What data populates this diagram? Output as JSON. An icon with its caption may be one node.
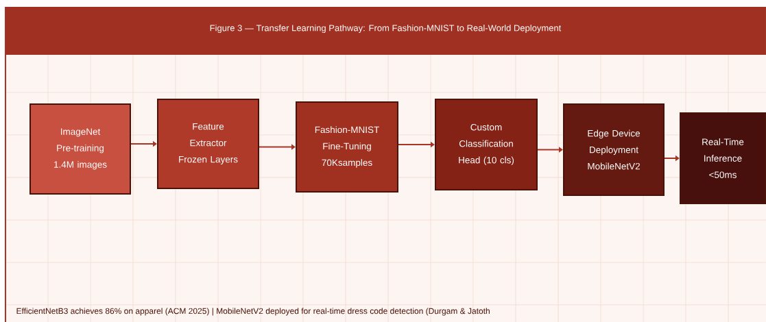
{
  "diagram": {
    "title": "Figure 3 — Transfer Learning Pathway: From Fashion-MNIST to Real-World Deployment",
    "caption": "EfficientNetB3 achieves 86% on apparel (ACM 2025) | MobileNetV2 deployed for real-time dress code detection (Durgam & Jatoth",
    "nodes": [
      {
        "text": [
          "ImageNet Pre-training 1.4M images"
        ]
      },
      {
        "text": [
          "Feature Extractor Frozen Layers"
        ]
      },
      {
        "text": [
          "Fashion-MNIST Fine-Tuning 70Ksamples"
        ]
      },
      {
        "text": [
          "Custom Classification Head (10 cls)"
        ]
      },
      {
        "text": [
          "Edge Device Deployment MobileNetV2"
        ]
      },
      {
        "text": [
          "Real-Time Inference <50ms"
        ]
      }
    ],
    "edges": [
      {
        "from": 0,
        "to": 1,
        "arrow": "to"
      },
      {
        "from": 1,
        "to": 2,
        "arrow": "to"
      },
      {
        "from": 2,
        "to": 3,
        "arrow": "to"
      },
      {
        "from": 3,
        "to": 4,
        "arrow": "to"
      },
      {
        "from": 4,
        "to": 5,
        "arrow": "to"
      }
    ]
  }
}
